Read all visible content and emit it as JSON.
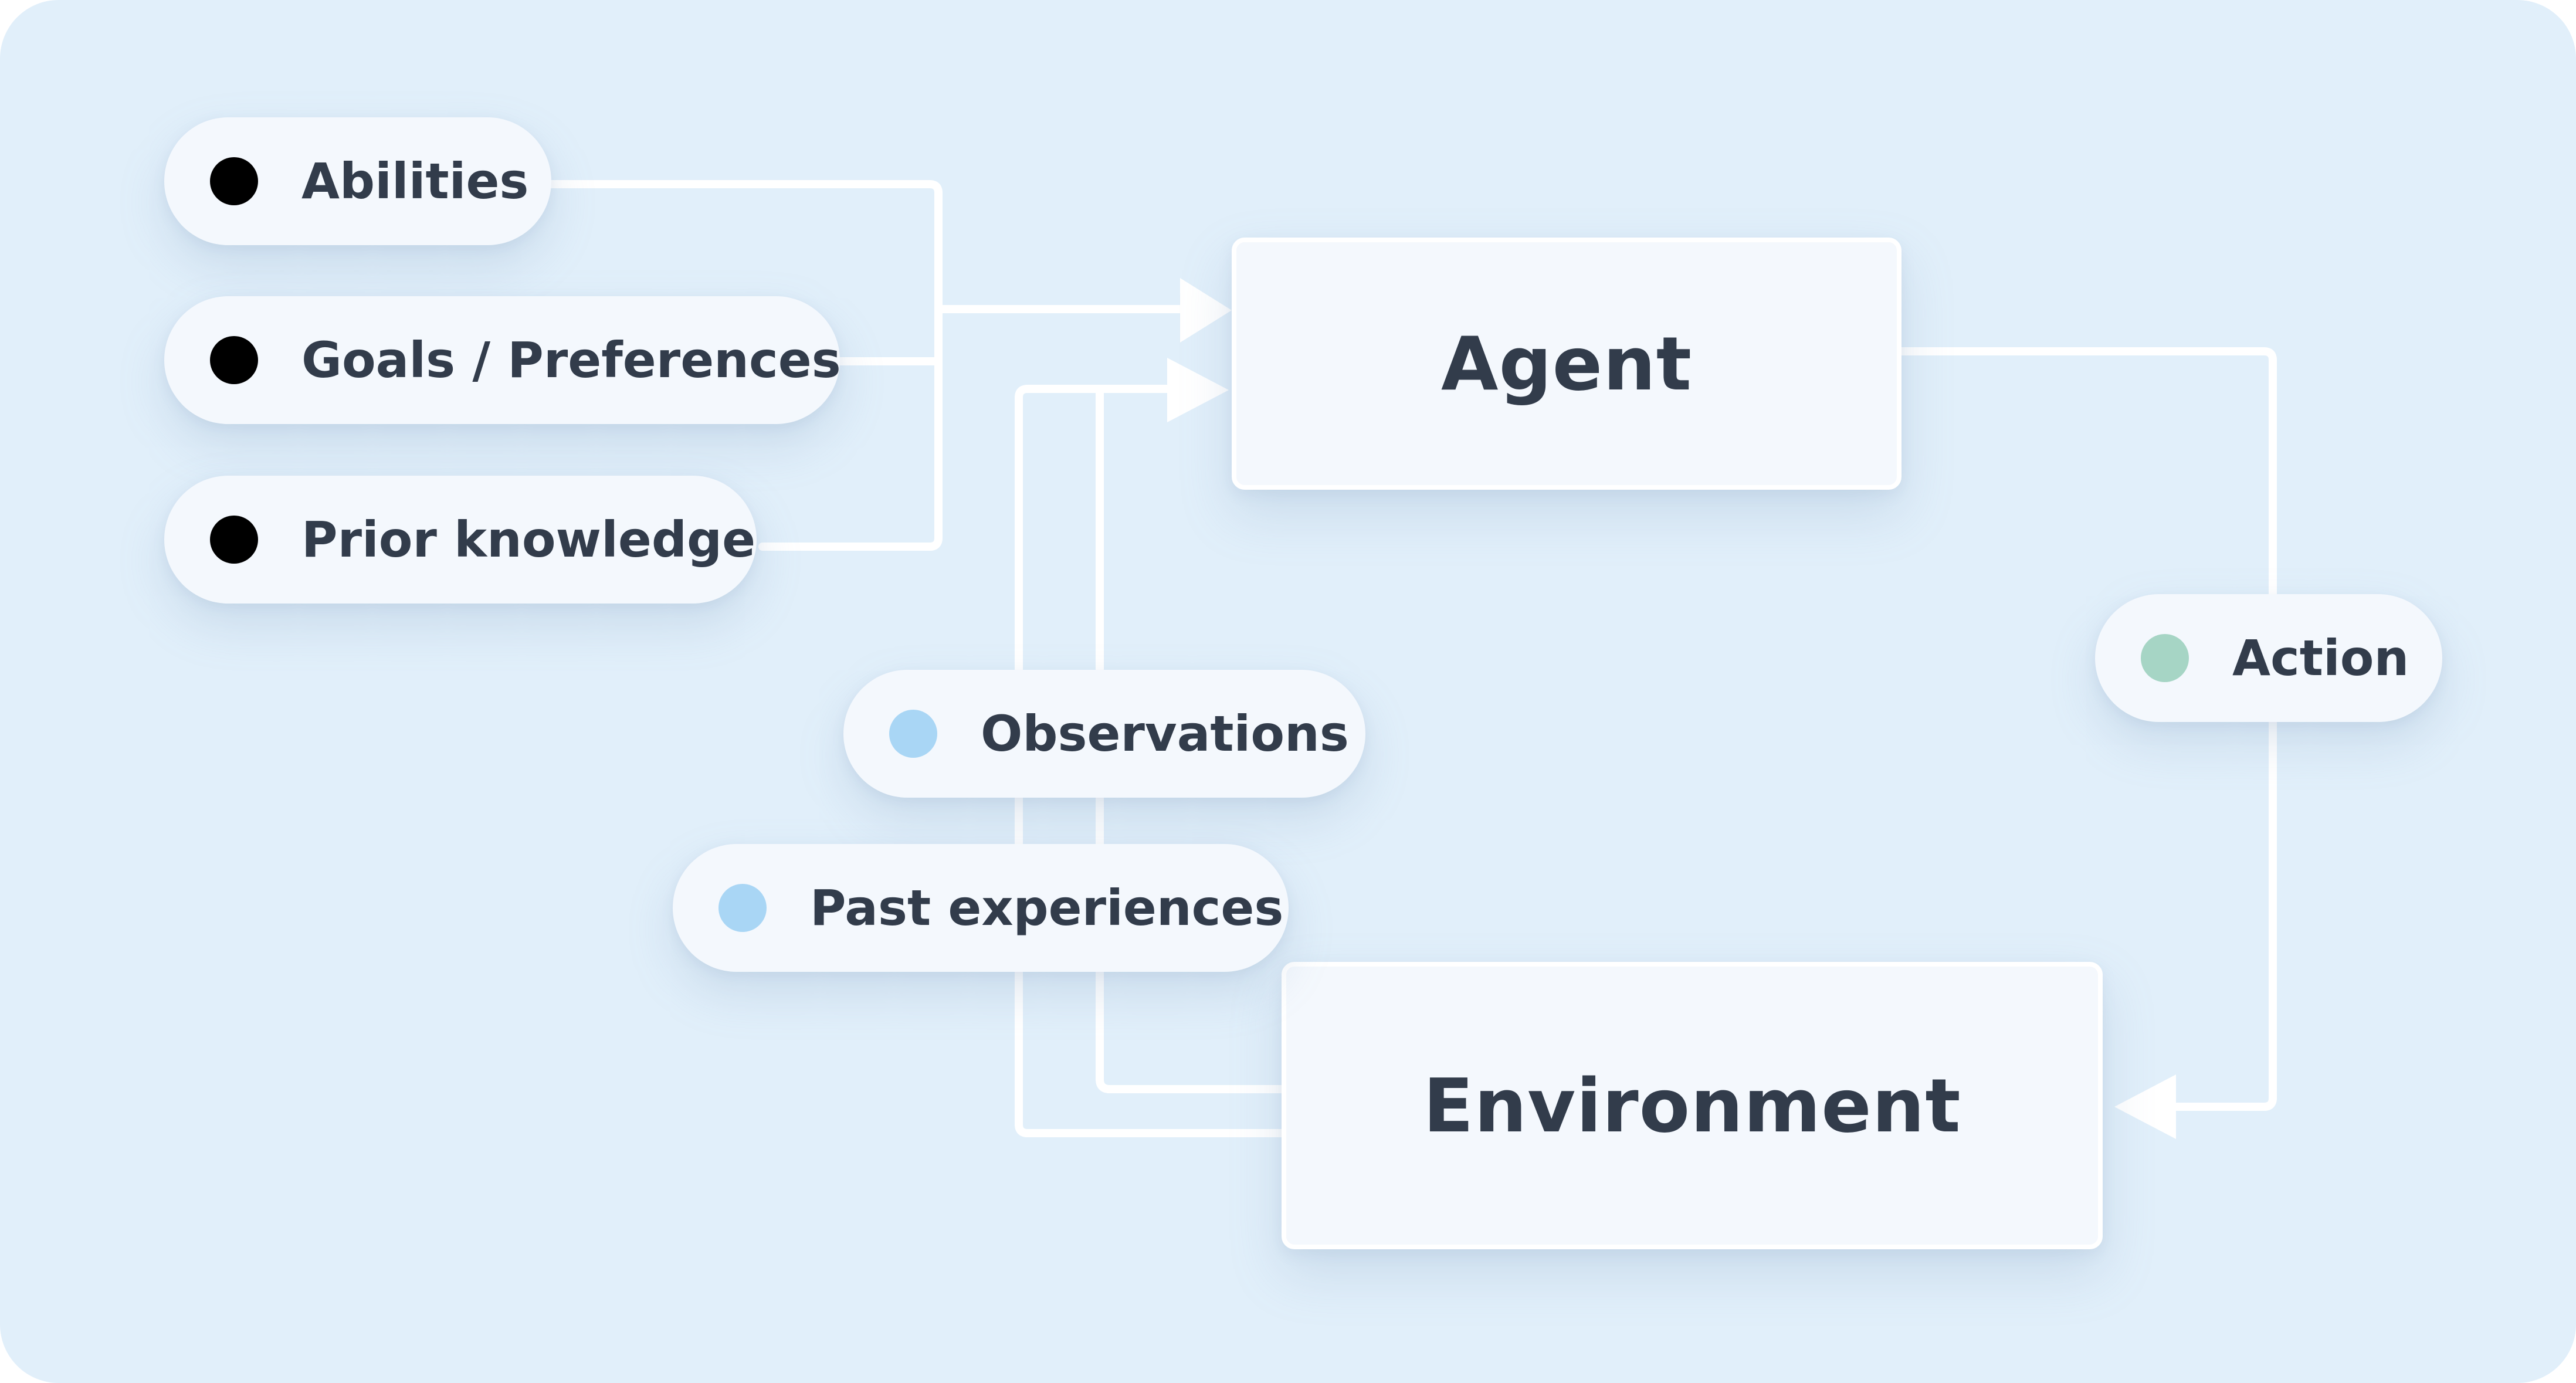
{
  "diagram": {
    "background_color": "#e1effa",
    "wire_color": "#ffffff",
    "nodes": {
      "agent": {
        "label": "Agent"
      },
      "environment": {
        "label": "Environment"
      }
    },
    "inputs": [
      {
        "label": "Abilities",
        "dot_color": "#000000"
      },
      {
        "label": "Goals / Preferences",
        "dot_color": "#000000"
      },
      {
        "label": "Prior knowledge",
        "dot_color": "#000000"
      }
    ],
    "feedback": [
      {
        "label": "Observations",
        "dot_color": "#a9d6f5"
      },
      {
        "label": "Past experiences",
        "dot_color": "#a9d6f5"
      }
    ],
    "output": {
      "label": "Action",
      "dot_color": "#a6d5c5"
    }
  }
}
